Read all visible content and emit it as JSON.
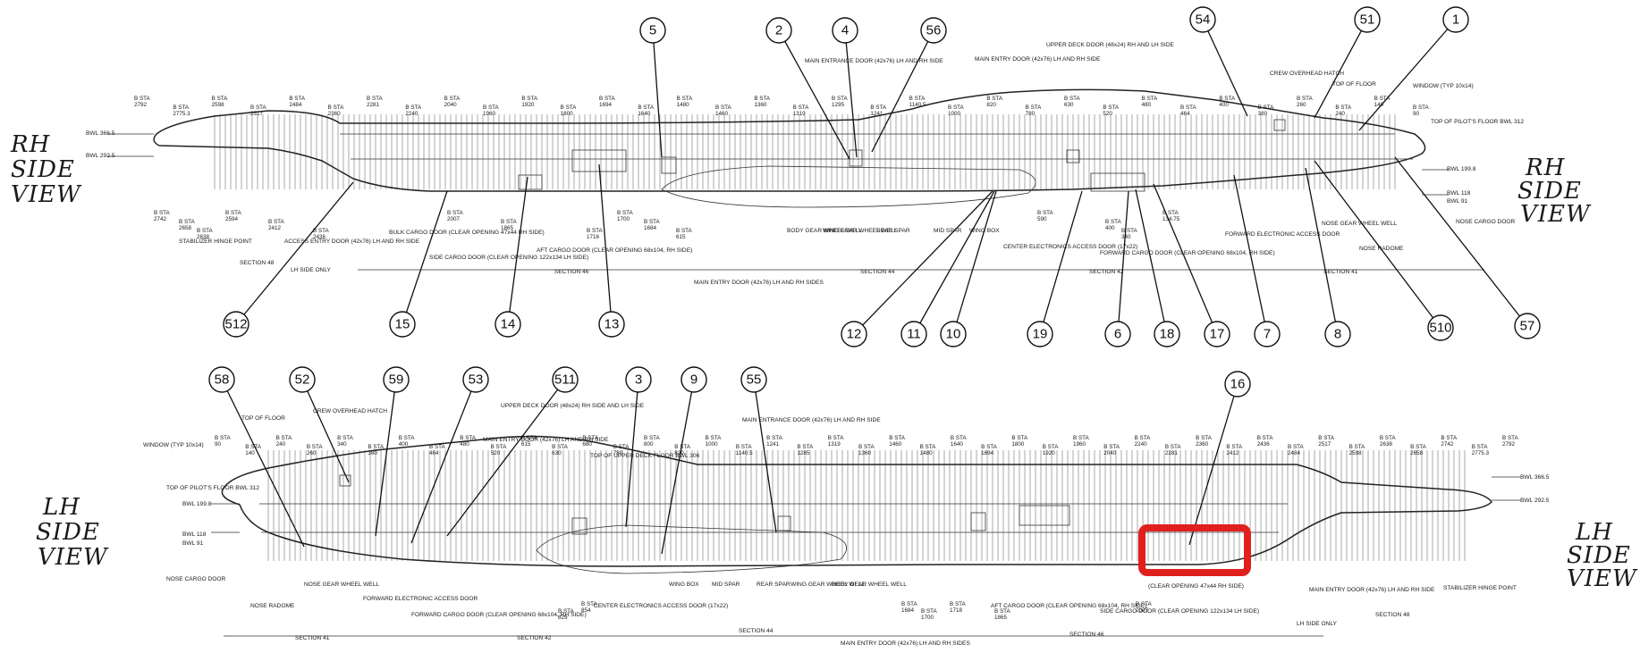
{
  "views": {
    "top": {
      "left_label": [
        "RH",
        "SIDE",
        "VIEW"
      ],
      "right_label": [
        "RH",
        "SIDE",
        "VIEW"
      ]
    },
    "bottom": {
      "left_label": [
        "LH",
        "SIDE",
        "VIEW"
      ],
      "right_label": [
        "LH",
        "SIDE",
        "VIEW"
      ]
    }
  },
  "top_callouts": [
    "5",
    "2",
    "4",
    "56",
    "54",
    "51",
    "1",
    "512",
    "15",
    "14",
    "13",
    "12",
    "11",
    "10",
    "19",
    "6",
    "18",
    "17",
    "7",
    "8",
    "510",
    "57"
  ],
  "bottom_callouts": [
    "58",
    "52",
    "59",
    "53",
    "511",
    "3",
    "9",
    "55",
    "16"
  ],
  "top_labels": {
    "bwl_upper": "BWL 366.5",
    "bwl_lower": "BWL 292.5",
    "bwl_r1": "BWL 199.8",
    "bwl_r2": "BWL 118",
    "bwl_r3": "BWL 91",
    "main_entrance_door": "MAIN ENTRANCE DOOR (42x76) LH AND RH SIDE",
    "upper_deck_door": "UPPER DECK DOOR (48x24) RH AND LH SIDE",
    "main_entry_door": "MAIN ENTRY DOOR (42x76) LH AND RH SIDE",
    "crew_overhead_hatch": "CREW OVERHEAD HATCH",
    "top_of_floor": "TOP OF FLOOR",
    "window": "WINDOW (TYP 10x14)",
    "top_of_pilots_floor": "TOP OF PILOT'S FLOOR BWL 312",
    "nose_cargo_door": "NOSE CARGO DOOR",
    "nose_radome": "NOSE RADOME",
    "nose_gear_wheel_well": "NOSE GEAR WHEEL WELL",
    "forward_electronic_access_door": "FORWARD ELECTRONIC ACCESS DOOR",
    "forward_cargo_door": "FORWARD CARGO DOOR (CLEAR OPENING 68x104, RH SIDE)",
    "center_electronics_access_door": "CENTER ELECTRONICS ACCESS DOOR (17x22)",
    "wing_box": "WING BOX",
    "mid_spar": "MID SPAR",
    "rear_spar": "REAR SPAR",
    "wing_gear_wheel_well": "WING GEAR WHEEL WELL",
    "body_gear_wheel_well": "BODY GEAR WHEEL WELL",
    "aft_cargo_door": "AFT CARGO DOOR (CLEAR OPENING 68x104, RH SIDE)",
    "side_cargo_door": "SIDE CARGO DOOR (CLEAR OPENING 122x134 LH SIDE)",
    "bulk_cargo_door": "BULK CARGO DOOR (CLEAR OPENING 47x44 RH SIDE)",
    "access_entry_door": "ACCESS ENTRY DOOR (42x76) LH AND RH SIDE",
    "stabilizer_hinge_point": "STABILIZER HINGE POINT",
    "lh_side_only": "LH SIDE ONLY",
    "section_48": "SECTION 48",
    "section_46": "SECTION 46",
    "section_44": "SECTION 44",
    "section_42": "SECTION 42",
    "section_41": "SECTION 41",
    "main_entry_door_bottom": "MAIN ENTRY DOOR (42x76) LH AND RH SIDES"
  },
  "bottom_labels": {
    "window": "WINDOW (TYP 10x14)",
    "top_of_floor": "TOP OF FLOOR",
    "crew_overhead_hatch": "CREW OVERHEAD HATCH",
    "upper_deck_door": "UPPER DECK DOOR (48x24) RH SIDE AND LH SIDE",
    "main_entry_door": "MAIN ENTRY DOOR (42x76) LH AND RH SIDE",
    "main_entrance_door": "MAIN ENTRANCE DOOR (42x76) LH AND RH SIDE",
    "top_of_upper_deck_floor": "TOP OF UPPER DECK FLOOR BWL 306",
    "top_of_pilots_floor": "TOP OF PILOT'S FLOOR BWL 312",
    "nose_cargo_door": "NOSE CARGO DOOR",
    "nose_radome": "NOSE RADOME",
    "nose_gear_wheel_well": "NOSE GEAR WHEEL WELL",
    "forward_electronic_access_door": "FORWARD ELECTRONIC ACCESS DOOR",
    "forward_cargo_door": "FORWARD CARGO DOOR (CLEAR OPENING 68x104, RH SIDE)",
    "center_electronics_access_door": "CENTER ELECTRONICS ACCESS DOOR (17x22)",
    "wing_box": "WING BOX",
    "mid_spar": "MID SPAR",
    "rear_spar": "REAR SPAR",
    "wing_gear_wheel_well": "WING GEAR WHEEL WELL",
    "body_gear_wheel_well": "BODY GEAR WHEEL WELL",
    "aft_cargo_door": "AFT CARGO DOOR (CLEAR OPENING 68x104, RH SIDE)",
    "side_cargo_door": "SIDE CARGO DOOR (CLEAR OPENING 122x134 LH SIDE)",
    "bulk_opening": "(CLEAR OPENING 47x44 RH SIDE)",
    "main_entry_door_lh": "MAIN ENTRY DOOR (42x76) LH AND RH SIDE",
    "stabilizer_hinge_point": "STABILIZER HINGE POINT",
    "lh_side_only": "LH SIDE ONLY",
    "section_41": "SECTION 41",
    "section_42": "SECTION 42",
    "section_44": "SECTION 44",
    "section_46": "SECTION 46",
    "section_48": "SECTION 48",
    "main_entry_door_bottom": "MAIN ENTRY DOOR (42x76) LH AND RH SIDES",
    "bwl_upper": "BWL 366.5",
    "bwl_lower": "BWL 292.5",
    "bwl_r1": "BWL 199.8",
    "bwl_r2": "BWL 118",
    "bwl_r3": "BWL 91"
  },
  "top_stations": [
    "2792",
    "2775.3",
    "2598",
    "2517",
    "2484",
    "2360",
    "2281",
    "2240",
    "2040",
    "1960",
    "1920",
    "1800",
    "1694",
    "1640",
    "1480",
    "1460",
    "1360",
    "1319",
    "1295",
    "1241",
    "1140.5",
    "1000",
    "820",
    "780",
    "630",
    "520",
    "480",
    "464",
    "400",
    "380",
    "260",
    "240",
    "140",
    "90",
    "2742",
    "2658",
    "2638",
    "2594",
    "2412",
    "2436",
    "2007",
    "1865",
    "1716",
    "1700",
    "1684",
    "615",
    "590",
    "400",
    "340",
    "134.75"
  ],
  "bottom_stations": [
    "90",
    "140",
    "240",
    "260",
    "340",
    "380",
    "400",
    "464",
    "480",
    "520",
    "615",
    "630",
    "680",
    "780",
    "800",
    "820",
    "1000",
    "1140.5",
    "1241",
    "1285",
    "1319",
    "1360",
    "1460",
    "1480",
    "1640",
    "1694",
    "1800",
    "1920",
    "1960",
    "2040",
    "2240",
    "2281",
    "2360",
    "2412",
    "2436",
    "2484",
    "2517",
    "2598",
    "2638",
    "2658",
    "2742",
    "2775.3",
    "2792",
    "1684",
    "1700",
    "1718",
    "1865",
    "2007",
    "829",
    "854"
  ],
  "highlight_color": "#e0201c",
  "line_color": "#111111"
}
